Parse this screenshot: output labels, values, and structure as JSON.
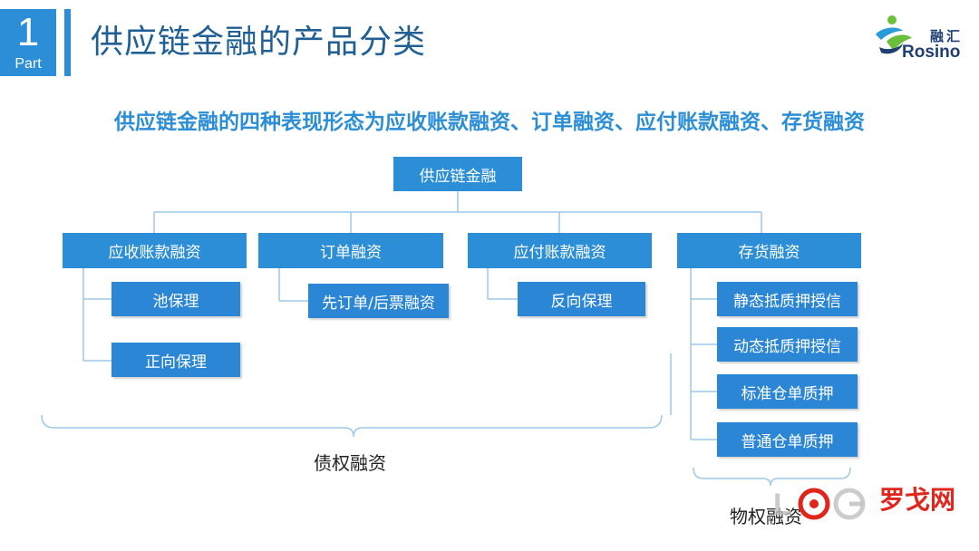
{
  "header": {
    "part_number": "1",
    "part_word": "Part",
    "title": "供应链金融的产品分类"
  },
  "logo": {
    "cn": "融汇",
    "en": "Rosino"
  },
  "subtitle": "供应链金融的四种表现形态为应收账款融资、订单融资、应付账款融资、存货融资",
  "diagram": {
    "root": "供应链金融",
    "categories": [
      {
        "label": "应收账款融资",
        "children": [
          "池保理",
          "正向保理"
        ]
      },
      {
        "label": "订单融资",
        "children": [
          "先订单/后票融资"
        ]
      },
      {
        "label": "应付账款融资",
        "children": [
          "反向保理"
        ]
      },
      {
        "label": "存货融资",
        "children": [
          "静态抵质押授信",
          "动态抵质押授信",
          "标准仓单质押",
          "普通仓单质押"
        ]
      }
    ],
    "group_labels": {
      "debt": "债权融资",
      "property": "物权融资"
    }
  },
  "watermark": {
    "text": "罗戈网",
    "letters": "LOG"
  },
  "colors": {
    "accent": "#2b8ed6",
    "title_text": "#1f5f95",
    "line": "#9ec8ea",
    "watermark_red": "#e1251b"
  }
}
